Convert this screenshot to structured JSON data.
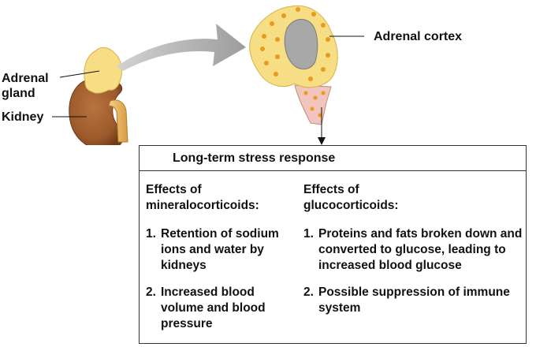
{
  "labels": {
    "adrenal_gland": [
      "Adrenal",
      "gland"
    ],
    "kidney": "Kidney",
    "adrenal_cortex": "Adrenal cortex"
  },
  "box": {
    "title": "Long-term stress response",
    "mineralocorticoids": {
      "heading": [
        "Effects of",
        "mineralocorticoids:"
      ],
      "items": [
        {
          "number": "1.",
          "text": "Retention of sodium ions and water by kidneys"
        },
        {
          "number": "2.",
          "text": "Increased blood volume and blood pressure"
        }
      ]
    },
    "glucocorticoids": {
      "heading": [
        "Effects of",
        "glucocorticoids:"
      ],
      "items": [
        {
          "number": "1.",
          "text": "Proteins and fats broken down and converted to glucose, leading to increased blood glucose"
        },
        {
          "number": "2.",
          "text": "Possible suppression of immune system"
        }
      ]
    }
  },
  "colors": {
    "gland": "#f7dd84",
    "kidney": "#9c5a2c",
    "ureter": "#e8b862",
    "cortex_dots": "#e89a1c",
    "medulla": "#a8a8a8",
    "arrow": "#b5b5b5"
  }
}
